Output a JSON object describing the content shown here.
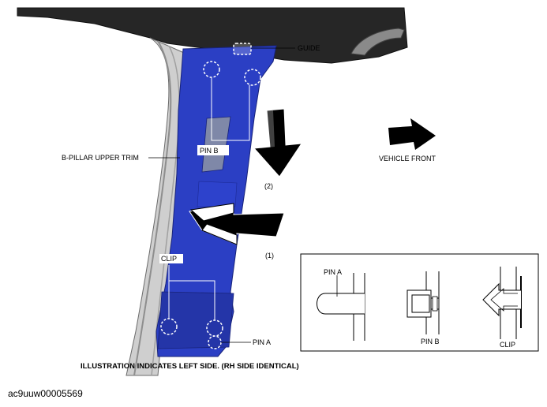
{
  "labels": {
    "guide": "GUIDE",
    "trim": "B-PILLAR UPPER TRIM",
    "pin_b": "PIN B",
    "vehicle_front": "VEHICLE FRONT",
    "step2": "(2)",
    "step1": "(1)",
    "clip": "CLIP",
    "pin_a": "PIN A"
  },
  "inset": {
    "pin_a": "PIN A",
    "pin_b": "PIN B",
    "clip": "CLIP"
  },
  "caption": "ILLUSTRATION INDICATES LEFT SIDE. (RH SIDE IDENTICAL)",
  "code": "ac9uuw00005569",
  "colors": {
    "trim_blue": "#2b3fc4",
    "roof_dark": "#262626",
    "pillar_grey": "#b9b9b9"
  }
}
